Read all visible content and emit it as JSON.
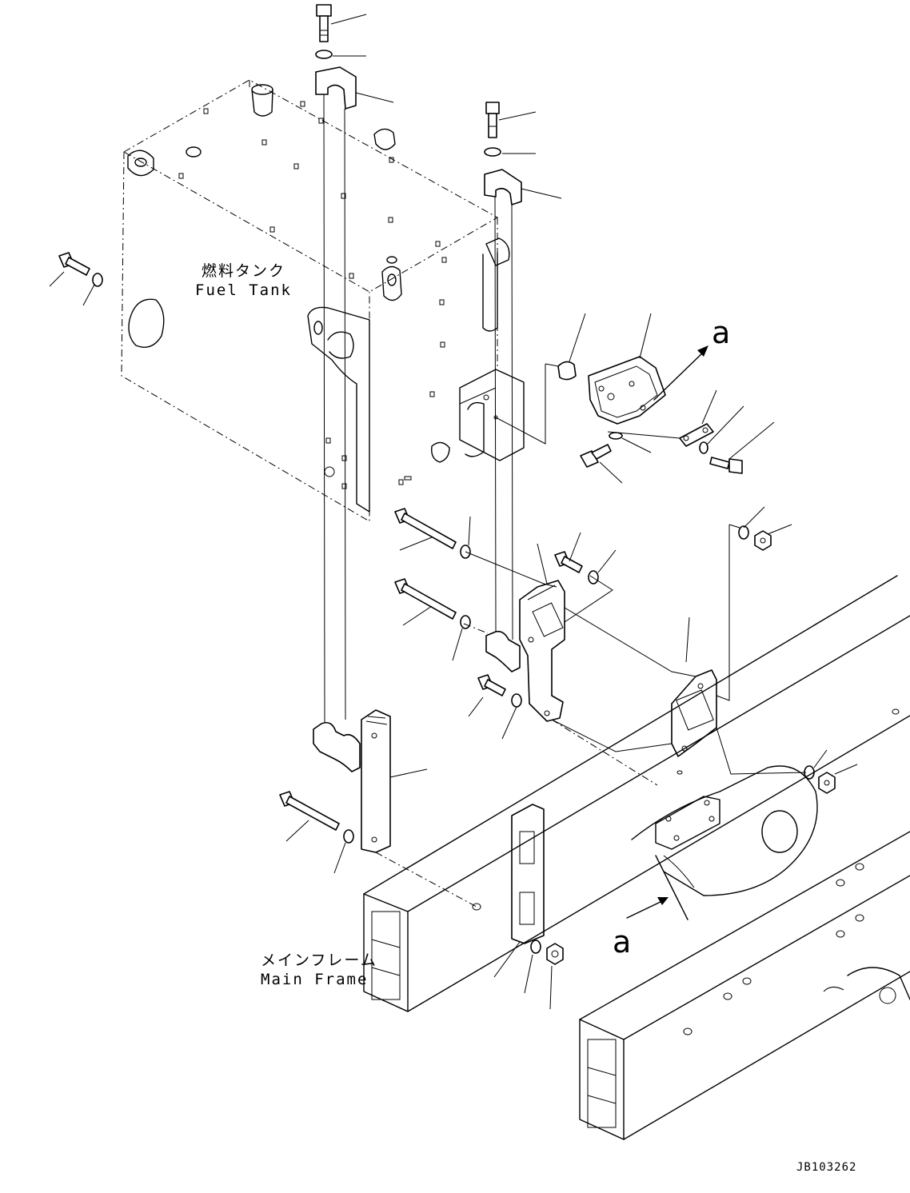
{
  "labels": {
    "fuel_tank_jp": "燃料タンク",
    "fuel_tank_en": "Fuel Tank",
    "main_frame_jp": "メインフレーム",
    "main_frame_en": "Main Frame",
    "view_a_top": "a",
    "view_a_bottom": "a",
    "drawing_number": "JB103262"
  }
}
